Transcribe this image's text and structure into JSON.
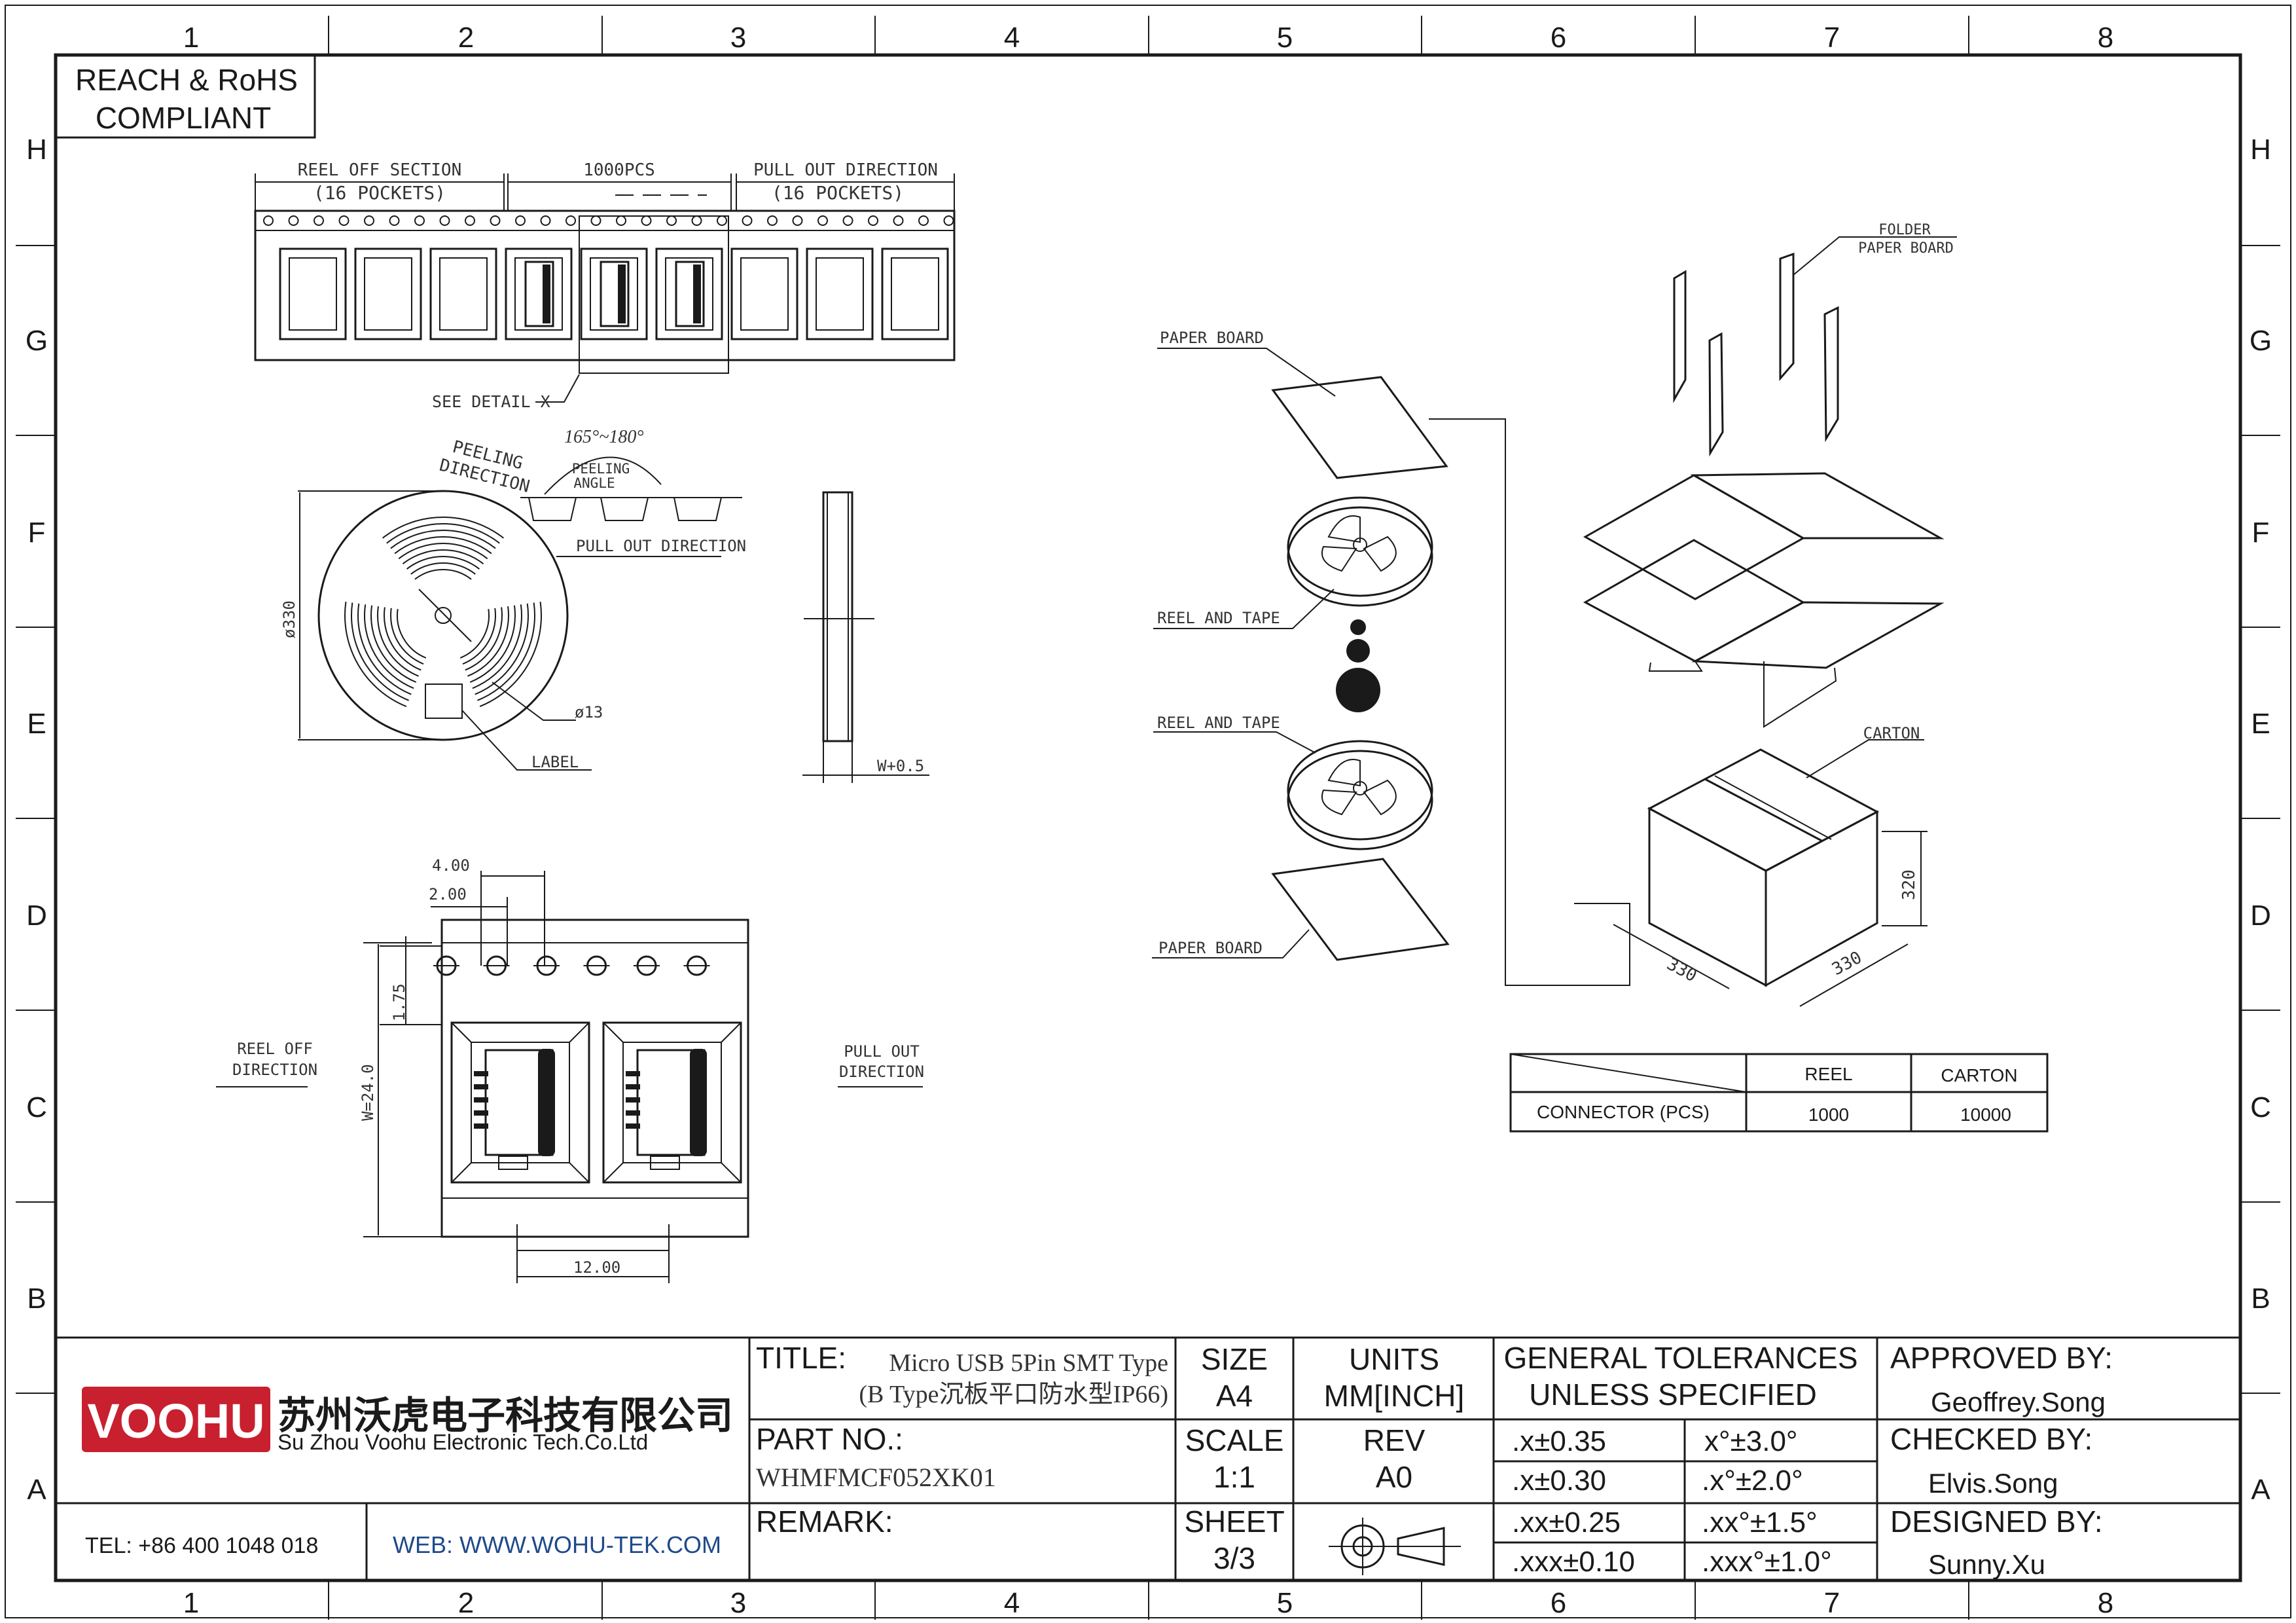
{
  "zones": {
    "columns": [
      "1",
      "2",
      "3",
      "4",
      "5",
      "6",
      "7",
      "8"
    ],
    "rows": [
      "H",
      "G",
      "F",
      "E",
      "D",
      "C",
      "B",
      "A"
    ]
  },
  "compliance": {
    "line1": "REACH & RoHS",
    "line2": "COMPLIANT"
  },
  "tape_top": {
    "reel_off_section": "REEL OFF SECTION",
    "reel_off_pockets": "(16 POCKETS)",
    "qty": "1000PCS",
    "pull_out_direction": "PULL OUT DIRECTION",
    "pull_out_pockets": "(16 POCKETS)",
    "see_detail": "SEE DETAIL X"
  },
  "reel_view": {
    "peeling_direction_1": "PEELING",
    "peeling_direction_2": "DIRECTION",
    "angle_range": "165°~180°",
    "peeling_angle_1": "PEELING",
    "peeling_angle_2": "ANGLE",
    "pull_out_direction": "PULL OUT DIRECTION",
    "diameter": "ø330",
    "hub": "ø13",
    "label": "LABEL",
    "width": "W+0.5"
  },
  "detail": {
    "dim_pitch": "4.00",
    "dim_half": "2.00",
    "dim_edge": "1.75",
    "dim_width": "W=24.0",
    "dim_pocket": "12.00",
    "reel_off_1": "REEL OFF",
    "reel_off_2": "DIRECTION",
    "pull_out_1": "PULL OUT",
    "pull_out_2": "DIRECTION"
  },
  "packing": {
    "folder_1": "FOLDER",
    "folder_2": "PAPER BOARD",
    "paper_board_top": "PAPER BOARD",
    "reel_tape_1": "REEL AND TAPE",
    "reel_tape_2": "REEL AND TAPE",
    "paper_board_bottom": "PAPER BOARD",
    "carton": "CARTON",
    "dim_a": "330",
    "dim_b": "330",
    "dim_h": "320"
  },
  "qty_table": {
    "headers": [
      "",
      "REEL",
      "CARTON"
    ],
    "row_label": "CONNECTOR (PCS)",
    "reel": "1000",
    "carton": "10000"
  },
  "title_block": {
    "brand": "VOOHU",
    "company_cn": "苏州沃虎电子科技有限公司",
    "company_en": "Su Zhou Voohu Electronic Tech.Co.Ltd",
    "tel": "TEL: +86 400 1048 018",
    "web": "WEB: WWW.WOHU-TEK.COM",
    "title_label": "TITLE:",
    "title_line1": "Micro USB 5Pin SMT Type",
    "title_line2": "(B Type沉板平口防水型IP66)",
    "part_label": "PART NO.:",
    "part_no": "WHMFMCF052XK01",
    "remark_label": "REMARK:",
    "size_label": "SIZE",
    "size": "A4",
    "units_label": "UNITS",
    "units": "MM[INCH]",
    "scale_label": "SCALE",
    "scale": "1:1",
    "rev_label": "REV",
    "rev": "A0",
    "sheet_label": "SHEET",
    "sheet": "3/3",
    "tol_line1": "GENERAL TOLERANCES",
    "tol_line2": "UNLESS SPECIFIED",
    "tol": [
      ".x±0.35",
      "x°±3.0°",
      ".x±0.30",
      ".x°±2.0°",
      ".xx±0.25",
      ".xx°±1.5°",
      ".xxx±0.10",
      ".xxx°±1.0°"
    ],
    "approved_label": "APPROVED BY:",
    "approved": "Geoffrey.Song",
    "checked_label": "CHECKED BY:",
    "checked": "Elvis.Song",
    "designed_label": "DESIGNED BY:",
    "designed": "Sunny.Xu"
  },
  "colors": {
    "brand_red": "#c8202f",
    "web_blue": "#1f4a8a",
    "line": "#1a1a1a"
  }
}
